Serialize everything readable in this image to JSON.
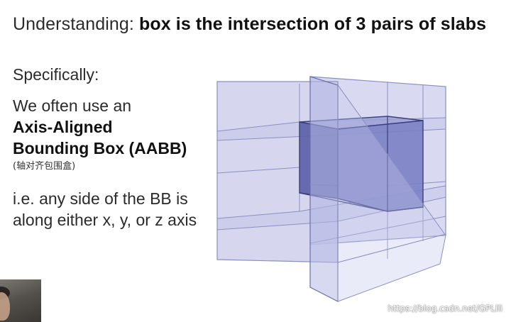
{
  "slide": {
    "title_light": "Understanding: ",
    "title_bold": "box is the intersection of 3 pairs of slabs",
    "specifically": "Specifically:",
    "para1_line1": "We often use an",
    "para1_bold1": "Axis-Aligned",
    "para1_bold2": "Bounding Box (AABB)",
    "para1_note": "(轴对齐包围盒)",
    "para2": "i.e. any side of the BB is along either x, y, or z axis"
  },
  "diagram": {
    "slab_fill": "#c8cae9",
    "slab_stroke": "#8a8fbf",
    "box_fill": "#7a7fc4",
    "edge_color": "#3a3f7a"
  },
  "watermark": "https://blog.csdn.net/GPLlli"
}
